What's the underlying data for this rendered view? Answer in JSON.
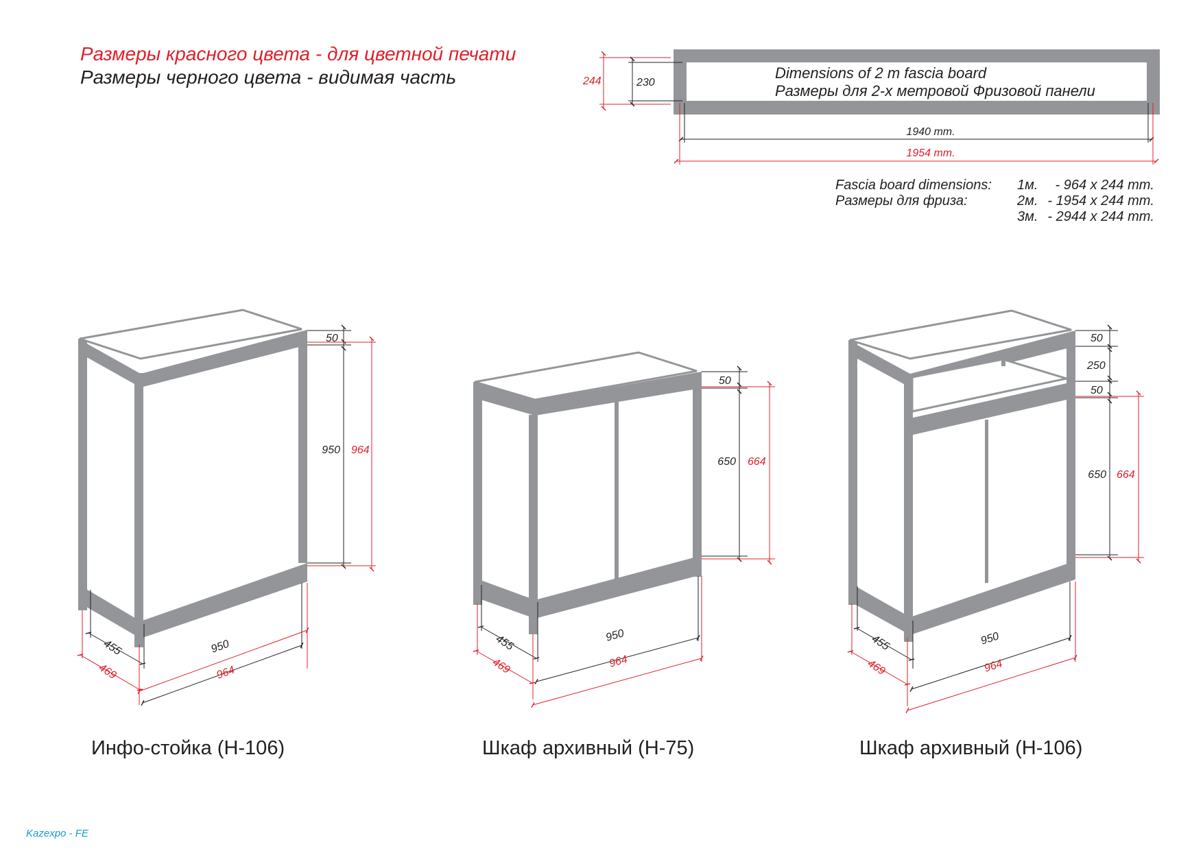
{
  "legend": {
    "red_line": "Размеры красного цвета - для цветной печати",
    "black_line": "Размеры черного цвета - видимая часть"
  },
  "fascia": {
    "title_en": "Dimensions of 2 m fascia board",
    "title_ru": "Размеры для 2-х метровой Фризовой панели",
    "height_outer": "244",
    "height_inner": "230",
    "width_inner": "1940 mm.",
    "width_outer": "1954 mm."
  },
  "fascia_specs": {
    "label_en": "Fascia board dimensions:",
    "label_ru": "Размеры для фриза:",
    "rows": [
      {
        "size": "1м.",
        "dims": "964 x 244 mm."
      },
      {
        "size": "2м.",
        "dims": "1954 x 244 mm."
      },
      {
        "size": "3м.",
        "dims": "2944 x 244 mm."
      }
    ]
  },
  "units": [
    {
      "caption": "Инфо-стойка (H-106)",
      "dims": {
        "top": "50",
        "height_inner": "950",
        "height_outer": "964",
        "depth_inner": "455",
        "depth_outer": "469",
        "width_inner": "950",
        "width_outer": "964"
      }
    },
    {
      "caption": "Шкаф архивный (H-75)",
      "dims": {
        "top": "50",
        "height_inner": "650",
        "height_outer": "664",
        "depth_inner": "455",
        "depth_outer": "469",
        "width_inner": "950",
        "width_outer": "964"
      }
    },
    {
      "caption": "Шкаф архивный (H-106)",
      "dims": {
        "top": "50",
        "shelf_gap": "250",
        "shelf": "50",
        "height_inner": "650",
        "height_outer": "664",
        "depth_inner": "455",
        "depth_outer": "469",
        "width_inner": "950",
        "width_outer": "964"
      }
    }
  ],
  "footer": "Kazexpo - FE",
  "colors": {
    "frame": "#939598",
    "dim_red": "#e0202a",
    "dim_black": "#231f20",
    "footer": "#1a9ad6"
  }
}
